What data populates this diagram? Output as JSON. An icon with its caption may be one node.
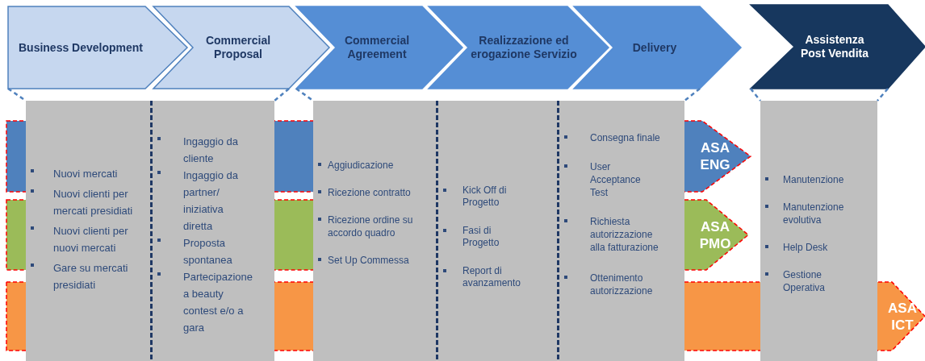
{
  "diagram": {
    "nodes": [
      {
        "text": [
          "Business Development"
        ]
      },
      {
        "text": [
          "Commercial Proposal"
        ]
      },
      {
        "text": [
          "Commercial Agreement"
        ]
      },
      {
        "text": [
          "Realizzazione ed erogazione Servizio"
        ]
      },
      {
        "text": [
          "Delivery"
        ]
      },
      {
        "text": [
          "Assistenza Post Vendita"
        ]
      },
      {
        "text": [
          "ASA ENG"
        ]
      },
      {
        "text": [
          "ASA PMO"
        ]
      },
      {
        "text": [
          "ASA ICT"
        ]
      },
      {
        "text": [],
        "shape": "box"
      },
      {
        "text": [],
        "shape": "box"
      },
      {
        "text": [],
        "shape": "box"
      },
      {
        "text": [
          "Nuovi mercati",
          "Nuovi clienti per mercati presidiati",
          "Nuovi clienti per nuovi mercati",
          "Gare su mercati presidiati"
        ],
        "in": 9
      },
      {
        "text": [
          "Ingaggio da cliente",
          "Ingaggio da partner/ iniziativa diretta",
          "Proposta spontanea",
          "Partecipazione a beauty contest e/o a gara"
        ],
        "in": 9
      },
      {
        "text": [
          "Aggiudicazione",
          "Ricezione contratto",
          "Ricezione ordine su accordo quadro",
          "Set Up Commessa"
        ],
        "in": 10
      },
      {
        "text": [
          "Kick Off di Progetto",
          "Fasi di Progetto",
          "Report di avanzamento"
        ],
        "in": 10
      },
      {
        "text": [
          "Consegna finale",
          "User Acceptance Test",
          "Richiesta autorizzazione alla fatturazione",
          "Ottenimento autorizzazione"
        ],
        "in": 10
      },
      {
        "text": [
          "Manutenzione",
          "Manutenzione evolutiva",
          "Help Desk",
          "Gestione Operativa"
        ],
        "in": 11
      }
    ],
    "edges": [
      {
        "from": 0,
        "to": 9,
        "arrow": "none",
        "style": "dashed"
      },
      {
        "from": 1,
        "to": 9,
        "arrow": "none",
        "style": "dashed"
      },
      {
        "from": 2,
        "to": 10,
        "arrow": "none",
        "style": "dashed"
      },
      {
        "from": 4,
        "to": 10,
        "arrow": "none",
        "style": "dashed"
      },
      {
        "from": 5,
        "to": 11,
        "arrow": "none",
        "style": "dashed"
      },
      {
        "from": 5,
        "to": 11,
        "arrow": "none",
        "style": "dashed"
      }
    ]
  }
}
